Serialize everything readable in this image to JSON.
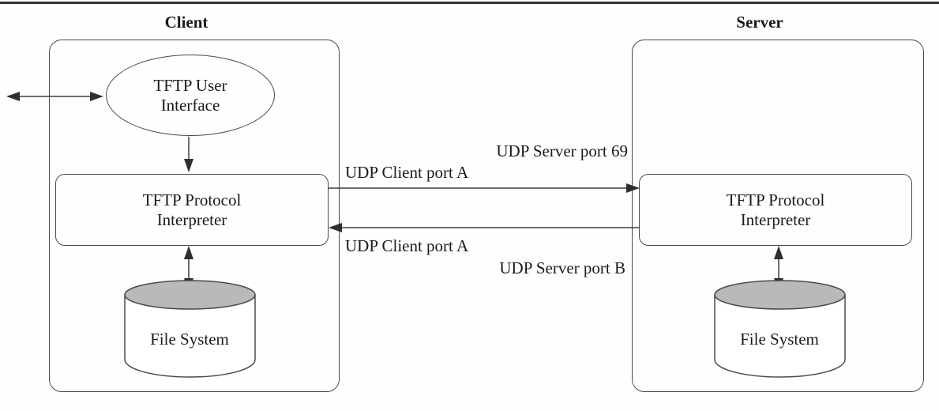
{
  "figure": {
    "client": {
      "title": "Client",
      "user_interface_label": "TFTP User Interface",
      "protocol_interpreter_label": "TFTP Protocol Interpreter",
      "file_system_label": "File System"
    },
    "server": {
      "title": "Server",
      "protocol_interpreter_label": "TFTP Protocol Interpreter",
      "file_system_label": "File System"
    },
    "connection_labels": {
      "request_server_port": "UDP Server port 69",
      "request_client_port": "UDP Client port A",
      "response_client_port": "UDP Client port A",
      "response_server_port": "UDP Server port B"
    },
    "colors": {
      "line": "#3f3f3f",
      "text": "#1a1a1a",
      "cylinder_top_fill": "#b9b9b9"
    }
  }
}
